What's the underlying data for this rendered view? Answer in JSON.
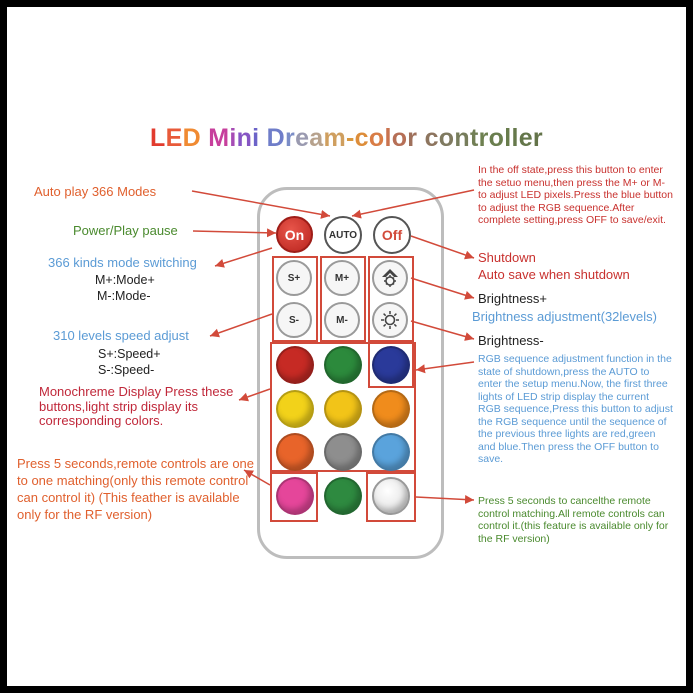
{
  "title": {
    "letters": [
      {
        "t": "L",
        "c": "#e23b2e"
      },
      {
        "t": "E",
        "c": "#e85a3a"
      },
      {
        "t": "D",
        "c": "#f08a32"
      },
      {
        "t": " ",
        "c": "#000"
      },
      {
        "t": "M",
        "c": "#c73f9c"
      },
      {
        "t": "i",
        "c": "#a64cb5"
      },
      {
        "t": "n",
        "c": "#8656c4"
      },
      {
        "t": "i",
        "c": "#6c63c8"
      },
      {
        "t": " ",
        "c": "#000"
      },
      {
        "t": "D",
        "c": "#6f7dc9"
      },
      {
        "t": "r",
        "c": "#7b8dc7"
      },
      {
        "t": "e",
        "c": "#9a9ab0"
      },
      {
        "t": "a",
        "c": "#b7a28d"
      },
      {
        "t": "m",
        "c": "#cf9f5f"
      },
      {
        "t": "-",
        "c": "#d8983f"
      },
      {
        "t": "c",
        "c": "#dd8d3a"
      },
      {
        "t": "o",
        "c": "#d97d46"
      },
      {
        "t": "l",
        "c": "#c9734f"
      },
      {
        "t": "o",
        "c": "#b66f56"
      },
      {
        "t": "r",
        "c": "#9f705b"
      },
      {
        "t": " ",
        "c": "#000"
      },
      {
        "t": "c",
        "c": "#8d755f"
      },
      {
        "t": "o",
        "c": "#7f7a60"
      },
      {
        "t": "n",
        "c": "#777d5c"
      },
      {
        "t": "t",
        "c": "#727f55"
      },
      {
        "t": "r",
        "c": "#6e8050"
      },
      {
        "t": "o",
        "c": "#6a7e4e"
      },
      {
        "t": "l",
        "c": "#687c4c"
      },
      {
        "t": "l",
        "c": "#66794b"
      },
      {
        "t": "e",
        "c": "#64764a"
      },
      {
        "t": "r",
        "c": "#637349"
      }
    ]
  },
  "left": {
    "auto_play": "Auto play 366 Modes",
    "power": "Power/Play pause",
    "mode_switch": "366 kinds mode switching",
    "mode_plus": "M+:Mode+",
    "mode_minus": "M-:Mode-",
    "speed": "310 levels speed adjust",
    "speed_plus": "S+:Speed+",
    "speed_minus": "S-:Speed-",
    "mono": "Monochreme Display Press these buttons,light strip display its corresponding colors.",
    "press5": "Press 5 seconds,remote controls are one to one matching(only this remote control can control it) (This feather is available only for the RF version)"
  },
  "right": {
    "off_state": "In the off state,press this button to enter the setuo menu,then press the M+ or M- to adjust LED pixels.Press the blue button to adjust the RGB sequence.After complete setting,press OFF to save/exit.",
    "shutdown": "Shutdown",
    "auto_save": "Auto save when shutdown",
    "brightness_plus": "Brightness+",
    "brightness_adj": "Brightness adjustment(32levels)",
    "brightness_minus": "Brightness-",
    "rgb_seq": "RGB sequence adjustment function in the state of shutdown,press the AUTO to enter the setup menu.Now, the first three lights of LED strip display the current RGB sequence,Press this button to adjust the RGB sequence until the sequence of the previous three lights are red,green and blue.Then press the OFF button to save.",
    "cancel": "Press 5 seconds to cancelthe remote control matching.All remote controls can control it.(this feature is available only for the RF version)"
  },
  "remote": {
    "on_label": "On",
    "auto_label": "AUTO",
    "off_label": "Off",
    "s_plus": "S+",
    "s_minus": "S-",
    "m_plus": "M+",
    "m_minus": "M-"
  },
  "colors": {
    "orange_text": "#e0602e",
    "green_text": "#4a8a2e",
    "blue_text": "#5b9bd5",
    "red_text": "#c0283a",
    "dark_red_text": "#c8312e",
    "arrow": "#d24a3a",
    "swatches": [
      "#c62a24",
      "#2c8a3c",
      "#2a3a9a",
      "#f2d21a",
      "#f2c418",
      "#f08c1c",
      "#e8642a",
      "#8e8e8e",
      "#5aa3dc",
      "#e5469a",
      "#2e8a40",
      "#ffffff"
    ]
  }
}
